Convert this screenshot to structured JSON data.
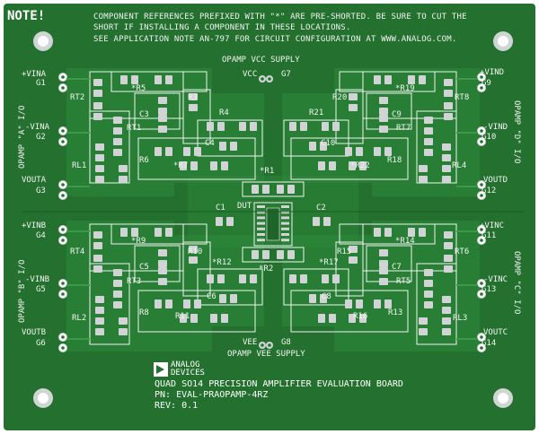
{
  "note": {
    "heading": "NOTE!",
    "line1": "COMPONENT REFERENCES PREFIXED WITH \"*\" ARE PRE-SHORTED.  BE SURE TO CUT THE",
    "line2": "SHORT IF INSTALLING A COMPONENT IN THESE LOCATIONS.",
    "line3": "SEE APPLICATION NOTE AN-797 FOR CIRCUIT CONFIGURATION AT WWW.ANALOG.COM."
  },
  "supplies": {
    "vcc_title": "OPAMP VCC SUPPLY",
    "vcc_label": "VCC",
    "vcc_pin": "G7",
    "vee_label": "VEE",
    "vee_pin": "G8",
    "vee_title": "OPAMP VEE SUPPLY"
  },
  "sections": {
    "a": "OPAMP \"A\" I/O",
    "b": "OPAMP \"B\" I/O",
    "c": "OPAMP \"C\" I/O",
    "d": "OPAMP \"D\" I/O"
  },
  "terminals": {
    "vina_pos": "+VINA",
    "g1": "G1",
    "vina_neg": "-VINA",
    "g2": "G2",
    "vouta": "VOUTA",
    "g3": "G3",
    "vinb_pos": "+VINB",
    "g4": "G4",
    "vinb_neg": "-VINB",
    "g5": "G5",
    "voutb": "VOUTB",
    "g6": "G6",
    "vind_pos": "+VIND",
    "g9": "G9",
    "vind_neg": "-VIND",
    "g10": "G10",
    "voutd": "VOUTD",
    "g12": "G12",
    "vinc_pos": "+VINC",
    "g11": "G11",
    "vinc_neg": "-VINC",
    "g13": "G13",
    "voutc": "VOUTC",
    "g14": "G14"
  },
  "refs": {
    "r5": "*R5",
    "rt2": "RT2",
    "r3": "R3",
    "c3": "C3",
    "rt1": "RT1",
    "r4": "R4",
    "c4": "C4",
    "r6": "R6",
    "r7": "*R7",
    "rl1": "RL1",
    "r19": "*R19",
    "r20": "R20",
    "rt8": "RT8",
    "c9": "C9",
    "r21": "R21",
    "rt7": "RT7",
    "c10": "C10",
    "r18": "R18",
    "r22": "*R22",
    "rl4": "RL4",
    "r1": "*R1",
    "c1": "C1",
    "dut": "DUT",
    "c2": "C2",
    "r2": "*R2",
    "r9": "*R9",
    "rt4": "RT4",
    "r10": "R10",
    "c5": "C5",
    "r12": "*R12",
    "rt3": "RT3",
    "c6": "C6",
    "r8": "R8",
    "r11": "R11",
    "rl2": "RL2",
    "r14": "*R14",
    "r15": "R15",
    "rt6": "RT6",
    "r17": "*R17",
    "c7": "C7",
    "rt5": "RT5",
    "c8": "C8",
    "r13": "R13",
    "r16": "R16",
    "rl3": "RL3"
  },
  "footer": {
    "logo_line1": "ANALOG",
    "logo_line2": "DEVICES",
    "title": "QUAD SO14 PRECISION AMPLIFIER EVALUATION BOARD",
    "part_number": "PN:  EVAL-PRAOPAMP-4RZ",
    "revision": "REV: 0.1"
  },
  "colors": {
    "board": "#23702f",
    "copper": "#2e8a3a",
    "pad": "#d0d4d4",
    "silkscreen": "#f2f2f2"
  }
}
